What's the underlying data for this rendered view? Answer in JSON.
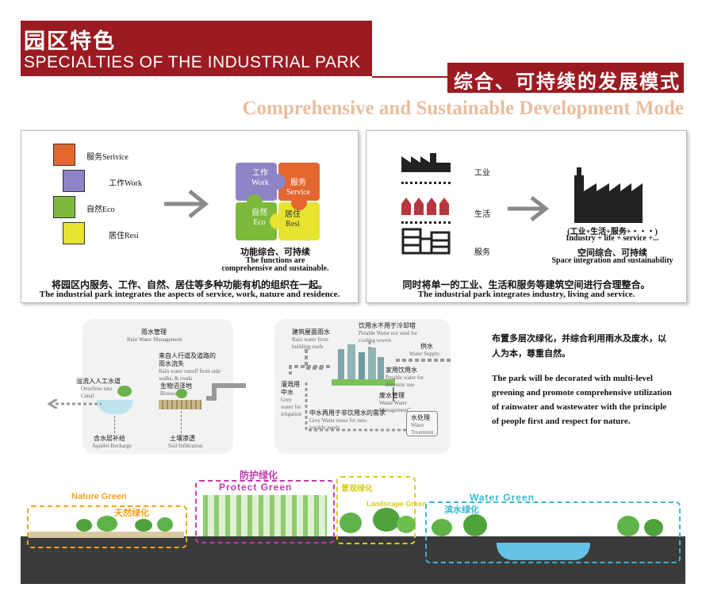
{
  "header": {
    "title_cn": "园区特色",
    "title_en": "SPECIALTIES OF THE INDUSTRIAL PARK",
    "subtitle_cn": "综合、可持续的发展模式",
    "subtitle_en": "Comprehensive and Sustainable Development Mode"
  },
  "panel_left": {
    "legend": [
      {
        "label": "服务Serivice",
        "color": "#e3672f"
      },
      {
        "label": "工作Work",
        "color": "#8d84c6"
      },
      {
        "label": "自然Eco",
        "color": "#7dba3c"
      },
      {
        "label": "居住Resi",
        "color": "#e6e331"
      }
    ],
    "puzzle": [
      {
        "cn": "工作",
        "en": "Work",
        "color": "#8d84c6"
      },
      {
        "cn": "服务",
        "en": "Service",
        "color": "#e3672f"
      },
      {
        "cn": "自然",
        "en": "Eco",
        "color": "#7dba3c"
      },
      {
        "cn": "居住",
        "en": "Resi",
        "color": "#e6e331"
      }
    ],
    "caption_cn": "功能综合、可持续",
    "caption_en_1": "The functions are",
    "caption_en_2": "comprehensive and sustainable.",
    "summary_cn": "将园区内服务、工作、自然、居住等多种功能有机的组织在一起。",
    "summary_en": "The industrial park integrates the aspects of service, work, nature and residence."
  },
  "panel_right": {
    "row_labels": [
      "工业",
      "生活",
      "服务"
    ],
    "formula_cn": "(工业+生活+服务+・・・)",
    "formula_en": "Industry + life + service +...",
    "caption_cn": "空间综合、可持续",
    "caption_en": "Space integration and sustainability",
    "summary_cn": "同时将单一的工业、生活和服务等建筑空间进行合理整合。",
    "summary_en": "The industrial park integrates industry, living and service."
  },
  "rain_diagram": {
    "title_cn": "雨水管理",
    "title_en": "Rain Water Management",
    "runoff_cn": "来自人行道及道路的雨水流失",
    "runoff_en": "Rain water runoff from side walks, & roads",
    "overflow_cn": "溢流入人工水道",
    "overflow_en": "Overflow into Canal",
    "bioswale_cn": "生物沼泽地",
    "bioswale_en": "Bioswales",
    "recharge_cn": "含水层补给",
    "recharge_en": "Aquifer Recharge",
    "infiltration_cn": "土壤渗透",
    "infiltration_en": "Soil Infiltration"
  },
  "water_diagram": {
    "roofs_cn": "建筑屋面雨水",
    "roofs_en": "Rain water from building roofs",
    "potable_cn": "饮用水不用于冷却塔",
    "potable_en": "Potable Water not used for cooling towers",
    "supply_cn": "供水",
    "supply_en": "Water Supply",
    "domestic_cn": "家用饮用水",
    "domestic_en": "Potable water for domestic use",
    "grey_cn": "灌溉用中水",
    "grey_en": "Grey water for irrigation",
    "waste_cn": "废水管理",
    "waste_en": "Waste Water Management",
    "reuse_cn": "中水再用于非饮用水的需求",
    "reuse_en": "Grey Water reuse for non-potable needs",
    "treat_cn": "水处理",
    "treat_en": "Water Treatment"
  },
  "description": {
    "cn": "布置多层次绿化，并综合利用雨水及废水，以人为本，尊重自然。",
    "en": "The park will be decorated with multi-level greening and promote comprehensive utilization of rainwater and wastewater with the principle of people first and respect for nature."
  },
  "section": {
    "zones": [
      {
        "en": "Nature Green",
        "cn": "天然绿化",
        "color": "#f0a21f"
      },
      {
        "en": "Protect Green",
        "cn": "防护绿化",
        "color": "#c238b0"
      },
      {
        "en": "Landscape Green",
        "cn": "景观绿化",
        "color": "#d9cc18"
      },
      {
        "en": "Water Green",
        "cn": "滨水绿化",
        "color": "#3ab6d6"
      }
    ]
  }
}
